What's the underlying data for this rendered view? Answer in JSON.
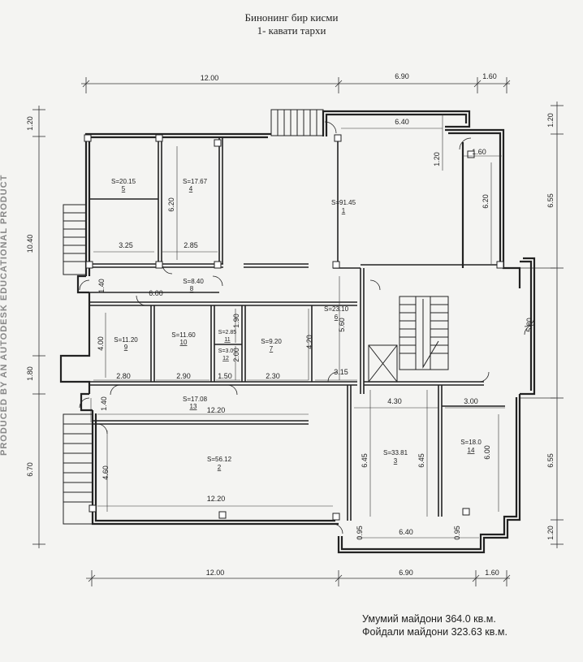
{
  "title_line1": "Бинонинг бир кисми",
  "title_line2": "1- кавати тархи",
  "footer": {
    "total_area": "Умумий майдони 364.0 кв.м.",
    "useful_area": "Фойдали майдони 323.63 кв.м."
  },
  "watermark": "PRODUCED BY AN AUTODESK EDUCATIONAL PRODUCT",
  "dims_top": [
    "12.00",
    "6.90",
    "1.60"
  ],
  "dims_bottom": [
    "12.00",
    "6.90",
    "1.60"
  ],
  "dims_left": [
    "1.20",
    "10.40",
    "1.80",
    "6.70"
  ],
  "dims_right": [
    "1.20",
    "6.55",
    "5.80",
    "6.55",
    "1.20"
  ],
  "dims_inner": [
    "6.40",
    "1.20",
    "1.60",
    "6.20",
    "6.20",
    "3.25",
    "2.85",
    "1.40",
    "6.00",
    "4.00",
    "1.90",
    "2.00",
    "4.20",
    "5.60",
    "2.80",
    "2.90",
    "1.50",
    "2.30",
    "3.15",
    "4.30",
    "3.00",
    "1.40",
    "12.20",
    "4.60",
    "12.20",
    "6.45",
    "6.45",
    "6.00",
    "0.95",
    "6.40",
    "0.95"
  ],
  "rooms": [
    {
      "area": "S=20.15",
      "num": "5"
    },
    {
      "area": "S=17.67",
      "num": "4"
    },
    {
      "area": "S=91.45",
      "num": "1"
    },
    {
      "area": "S=8.40",
      "num": "8"
    },
    {
      "area": "S=11.20",
      "num": "9"
    },
    {
      "area": "S=11.60",
      "num": "10"
    },
    {
      "area": "S=2.85",
      "num": "11"
    },
    {
      "area": "S=3.0",
      "num": "12"
    },
    {
      "area": "S=9.20",
      "num": "7"
    },
    {
      "area": "S=23.10",
      "num": "6"
    },
    {
      "area": "S=17.08",
      "num": "13"
    },
    {
      "area": "S=56.12",
      "num": "2"
    },
    {
      "area": "S=33.81",
      "num": "3"
    },
    {
      "area": "S=18.0",
      "num": "14"
    }
  ]
}
